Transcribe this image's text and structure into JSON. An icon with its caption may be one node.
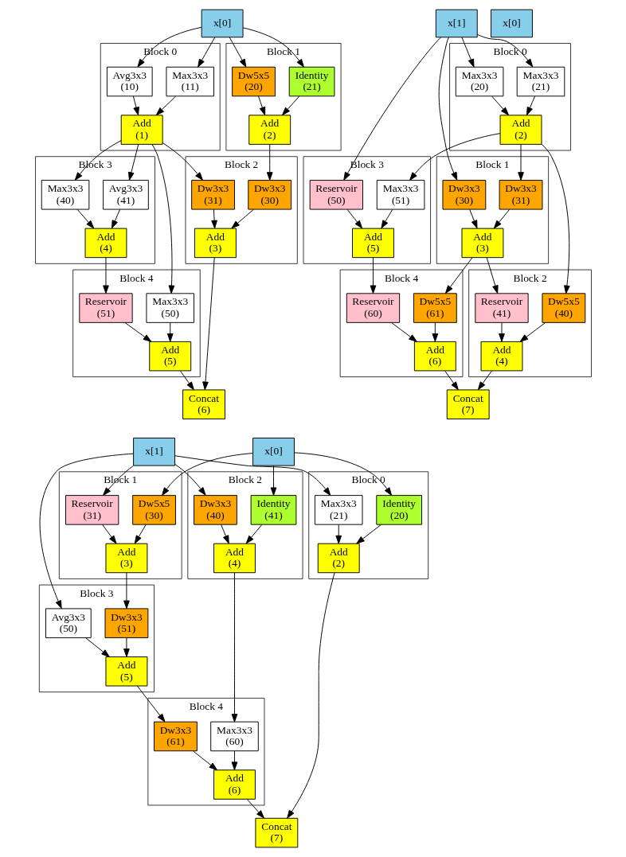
{
  "diagram": {
    "nodes": [
      {
        "text": [
          "x[0]"
        ]
      },
      {
        "text": [
          "Block 1"
        ]
      },
      {
        "text": [
          "Identity (21)"
        ],
        "in": 1
      },
      {
        "text": [
          "Dw5x5 (20)"
        ],
        "in": 1
      },
      {
        "text": [
          "Add (2)"
        ],
        "in": 1
      },
      {
        "text": [
          "Block 0"
        ]
      },
      {
        "text": [
          "Max3x3 (11)"
        ],
        "in": 5
      },
      {
        "text": [
          "Avg3x3 (10)"
        ],
        "in": 5
      },
      {
        "text": [
          "Add (1)"
        ],
        "in": 5
      },
      {
        "text": [
          "Block 2"
        ]
      },
      {
        "text": [
          "Dw3x3 (30)"
        ],
        "in": 9
      },
      {
        "text": [
          "Dw3x3 (31)"
        ],
        "in": 9
      },
      {
        "text": [
          "Add (3)"
        ],
        "in": 9
      },
      {
        "text": [
          "Block 3"
        ]
      },
      {
        "text": [
          "Avg3x3 (41)"
        ],
        "in": 13
      },
      {
        "text": [
          "Max3x3 (40)"
        ],
        "in": 13
      },
      {
        "text": [
          "Add (4)"
        ],
        "in": 13
      },
      {
        "text": [
          "Block 4"
        ]
      },
      {
        "text": [
          "Max3x3 (50)"
        ],
        "in": 17
      },
      {
        "text": [
          "Reservoir (51)"
        ],
        "in": 17
      },
      {
        "text": [
          "Add (5)"
        ],
        "in": 17
      },
      {
        "text": [
          "Concat (6)"
        ]
      },
      {
        "text": [
          "x[1]"
        ]
      },
      {
        "text": [
          "x[0]"
        ]
      },
      {
        "text": [
          "Block 0"
        ]
      },
      {
        "text": [
          "Max3x3 (21)"
        ],
        "in": 24
      },
      {
        "text": [
          "Max3x3 (20)"
        ],
        "in": 24
      },
      {
        "text": [
          "Add (2)"
        ],
        "in": 24
      },
      {
        "text": [
          "Block 1"
        ]
      },
      {
        "text": [
          "Dw3x3 (30)"
        ],
        "in": 28
      },
      {
        "text": [
          "Dw3x3 (31)"
        ],
        "in": 28
      },
      {
        "text": [
          "Add (3)"
        ],
        "in": 28
      },
      {
        "text": [
          "Block 3"
        ]
      },
      {
        "text": [
          "Max3x3 (51)"
        ],
        "in": 32
      },
      {
        "text": [
          "Reservoir (50)"
        ],
        "in": 32
      },
      {
        "text": [
          "Add (5)"
        ],
        "in": 32
      },
      {
        "text": [
          "Block 2"
        ]
      },
      {
        "text": [
          "Dw5x5 (40)"
        ],
        "in": 36
      },
      {
        "text": [
          "Reservoir (41)"
        ],
        "in": 36
      },
      {
        "text": [
          "Add (4)"
        ],
        "in": 36
      },
      {
        "text": [
          "Block 4"
        ]
      },
      {
        "text": [
          "Dw5x5 (61)"
        ],
        "in": 40
      },
      {
        "text": [
          "Reservoir (60)"
        ],
        "in": 40
      },
      {
        "text": [
          "Add (6)"
        ],
        "in": 40
      },
      {
        "text": [
          "Concat (7)"
        ]
      },
      {
        "text": [
          "x[1]"
        ]
      },
      {
        "text": [
          "x[0]"
        ]
      },
      {
        "text": [
          "Block 1"
        ]
      },
      {
        "text": [
          "Reservoir (31)"
        ],
        "in": 47
      },
      {
        "text": [
          "Dw5x5 (30)"
        ],
        "in": 47
      },
      {
        "text": [
          "Add (3)"
        ],
        "in": 47
      },
      {
        "text": [
          "Block 2"
        ]
      },
      {
        "text": [
          "Dw3x3 (40)"
        ],
        "in": 51
      },
      {
        "text": [
          "Identity (41)"
        ],
        "in": 51
      },
      {
        "text": [
          "Add (4)"
        ],
        "in": 51
      },
      {
        "text": [
          "Block 0"
        ]
      },
      {
        "text": [
          "Max3x3 (21)"
        ],
        "in": 55
      },
      {
        "text": [
          "Identity (20)"
        ],
        "in": 55
      },
      {
        "text": [
          "Add (2)"
        ],
        "in": 55
      },
      {
        "text": [
          "Block 3"
        ]
      },
      {
        "text": [
          "Avg3x3 (50)"
        ],
        "in": 59
      },
      {
        "text": [
          "Dw3x3 (51)"
        ],
        "in": 59
      },
      {
        "text": [
          "Add (5)"
        ],
        "in": 59
      },
      {
        "text": [
          "Block 4"
        ]
      },
      {
        "text": [
          "Dw3x3 (61)"
        ],
        "in": 63
      },
      {
        "text": [
          "Max3x3 (60)"
        ],
        "in": 63
      },
      {
        "text": [
          "Add (6)"
        ],
        "in": 63
      },
      {
        "text": [
          "Concat (7)"
        ]
      }
    ],
    "edges": [
      {
        "from": 0,
        "to": 2,
        "arrow": "to"
      },
      {
        "from": 0,
        "to": 3,
        "arrow": "to"
      },
      {
        "from": 0,
        "to": 6,
        "arrow": "to"
      },
      {
        "from": 0,
        "to": 7,
        "arrow": "to"
      },
      {
        "from": 2,
        "to": 4,
        "arrow": "to"
      },
      {
        "from": 3,
        "to": 4,
        "arrow": "to"
      },
      {
        "from": 6,
        "to": 8,
        "arrow": "to"
      },
      {
        "from": 7,
        "to": 8,
        "arrow": "to"
      },
      {
        "from": 4,
        "to": 10,
        "arrow": "to"
      },
      {
        "from": 8,
        "to": 11,
        "arrow": "to"
      },
      {
        "from": 8,
        "to": 18,
        "arrow": "to"
      },
      {
        "from": 8,
        "to": 14,
        "arrow": "to"
      },
      {
        "from": 8,
        "to": 15,
        "arrow": "to"
      },
      {
        "from": 10,
        "to": 12,
        "arrow": "to"
      },
      {
        "from": 11,
        "to": 12,
        "arrow": "to"
      },
      {
        "from": 14,
        "to": 16,
        "arrow": "to"
      },
      {
        "from": 15,
        "to": 16,
        "arrow": "to"
      },
      {
        "from": 16,
        "to": 19,
        "arrow": "to"
      },
      {
        "from": 18,
        "to": 20,
        "arrow": "to"
      },
      {
        "from": 19,
        "to": 20,
        "arrow": "to"
      },
      {
        "from": 12,
        "to": 21,
        "arrow": "to"
      },
      {
        "from": 20,
        "to": 21,
        "arrow": "to"
      },
      {
        "from": 22,
        "to": 25,
        "arrow": "to"
      },
      {
        "from": 22,
        "to": 26,
        "arrow": "to"
      },
      {
        "from": 22,
        "to": 29,
        "arrow": "to"
      },
      {
        "from": 22,
        "to": 34,
        "arrow": "to"
      },
      {
        "from": 25,
        "to": 27,
        "arrow": "to"
      },
      {
        "from": 26,
        "to": 27,
        "arrow": "to"
      },
      {
        "from": 27,
        "to": 30,
        "arrow": "to"
      },
      {
        "from": 27,
        "to": 37,
        "arrow": "to"
      },
      {
        "from": 27,
        "to": 33,
        "arrow": "to"
      },
      {
        "from": 29,
        "to": 31,
        "arrow": "to"
      },
      {
        "from": 30,
        "to": 31,
        "arrow": "to"
      },
      {
        "from": 31,
        "to": 38,
        "arrow": "to"
      },
      {
        "from": 31,
        "to": 41,
        "arrow": "to"
      },
      {
        "from": 33,
        "to": 35,
        "arrow": "to"
      },
      {
        "from": 34,
        "to": 35,
        "arrow": "to"
      },
      {
        "from": 35,
        "to": 42,
        "arrow": "to"
      },
      {
        "from": 37,
        "to": 39,
        "arrow": "to"
      },
      {
        "from": 38,
        "to": 39,
        "arrow": "to"
      },
      {
        "from": 41,
        "to": 43,
        "arrow": "to"
      },
      {
        "from": 42,
        "to": 43,
        "arrow": "to"
      },
      {
        "from": 39,
        "to": 44,
        "arrow": "to"
      },
      {
        "from": 43,
        "to": 44,
        "arrow": "to"
      },
      {
        "from": 45,
        "to": 48,
        "arrow": "to"
      },
      {
        "from": 45,
        "to": 52,
        "arrow": "to"
      },
      {
        "from": 45,
        "to": 56,
        "arrow": "to"
      },
      {
        "from": 45,
        "to": 60,
        "arrow": "to"
      },
      {
        "from": 46,
        "to": 49,
        "arrow": "to"
      },
      {
        "from": 46,
        "to": 53,
        "arrow": "to"
      },
      {
        "from": 46,
        "to": 57,
        "arrow": "to"
      },
      {
        "from": 48,
        "to": 50,
        "arrow": "to"
      },
      {
        "from": 49,
        "to": 50,
        "arrow": "to"
      },
      {
        "from": 52,
        "to": 54,
        "arrow": "to"
      },
      {
        "from": 53,
        "to": 54,
        "arrow": "to"
      },
      {
        "from": 56,
        "to": 58,
        "arrow": "to"
      },
      {
        "from": 57,
        "to": 58,
        "arrow": "to"
      },
      {
        "from": 50,
        "to": 61,
        "arrow": "to"
      },
      {
        "from": 54,
        "to": 65,
        "arrow": "to"
      },
      {
        "from": 60,
        "to": 62,
        "arrow": "to"
      },
      {
        "from": 61,
        "to": 62,
        "arrow": "to"
      },
      {
        "from": 62,
        "to": 64,
        "arrow": "to"
      },
      {
        "from": 64,
        "to": 66,
        "arrow": "to"
      },
      {
        "from": 65,
        "to": 66,
        "arrow": "to"
      },
      {
        "from": 66,
        "to": 67,
        "arrow": "to"
      },
      {
        "from": 58,
        "to": 67,
        "arrow": "to"
      }
    ]
  }
}
